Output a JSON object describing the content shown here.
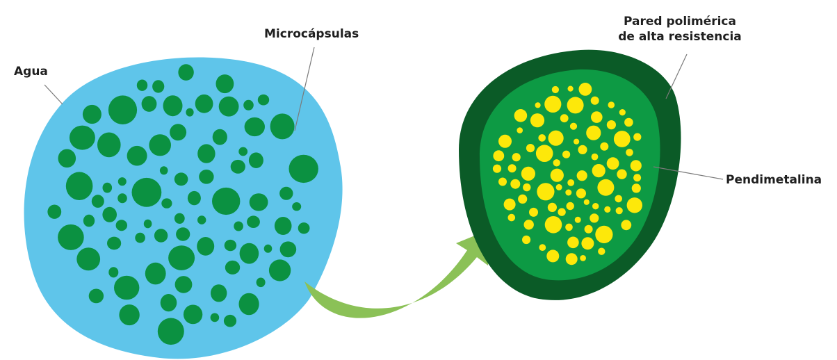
{
  "labels": {
    "water": "Agua",
    "microcapsules": "Microcápsulas",
    "wall_line1": "Pared polimérica",
    "wall_line2": "de alta resistencia",
    "active_ingredient": "Pendimetalina"
  },
  "colors": {
    "water": "#5fc5ea",
    "capsule": "#0b9141",
    "wall": "#0b5b27",
    "capsule_interior": "#0d9a44",
    "droplet": "#fde80a",
    "arrow": "#8bc157",
    "leader": "#7a7a7a",
    "text": "#1f1f1f"
  }
}
